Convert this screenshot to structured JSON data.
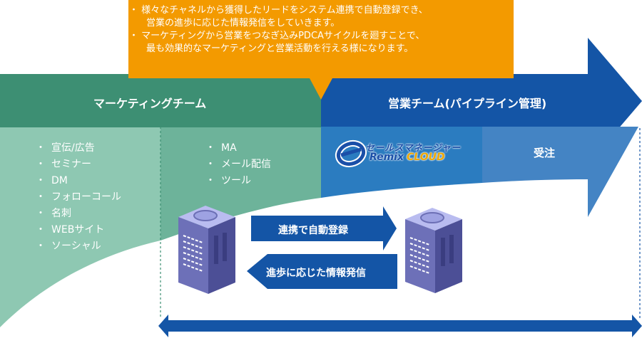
{
  "callout": {
    "lines": [
      "・ 様々なチャネルから獲得したリードをシステム連携で自動登録でき、",
      "営業の進歩に応じた情報発信をしていきます。",
      "・ マーケティングから営業をつなぎ込みPDCAサイクルを廻すことで、",
      "最も効果的なマーケティングと営業活動を行える様になります。"
    ],
    "color": "#f39a00"
  },
  "marketing": {
    "title": "マーケティングチーム",
    "color": "#3d8f73",
    "channels": [
      "宣伝/広告",
      "セミナー",
      "DM",
      "フォローコール",
      "名刺",
      "WEBサイト",
      "ソーシャル"
    ],
    "tools": [
      "MA",
      "メール配信",
      "ツール"
    ]
  },
  "sales": {
    "title": "営業チーム(パイプライン管理)",
    "color": "#1455a6",
    "logo_top": "セールスマネージャー",
    "logo_bottom_a": "Remix",
    "logo_bottom_b": "CLOUD",
    "order_label": "受注"
  },
  "sync": {
    "forward_label": "連携で自動登録",
    "backward_label": "進歩に応じた情報発信",
    "color": "#1455a6"
  },
  "icons": [
    "server-icon",
    "server-icon",
    "logo-e-icon"
  ]
}
